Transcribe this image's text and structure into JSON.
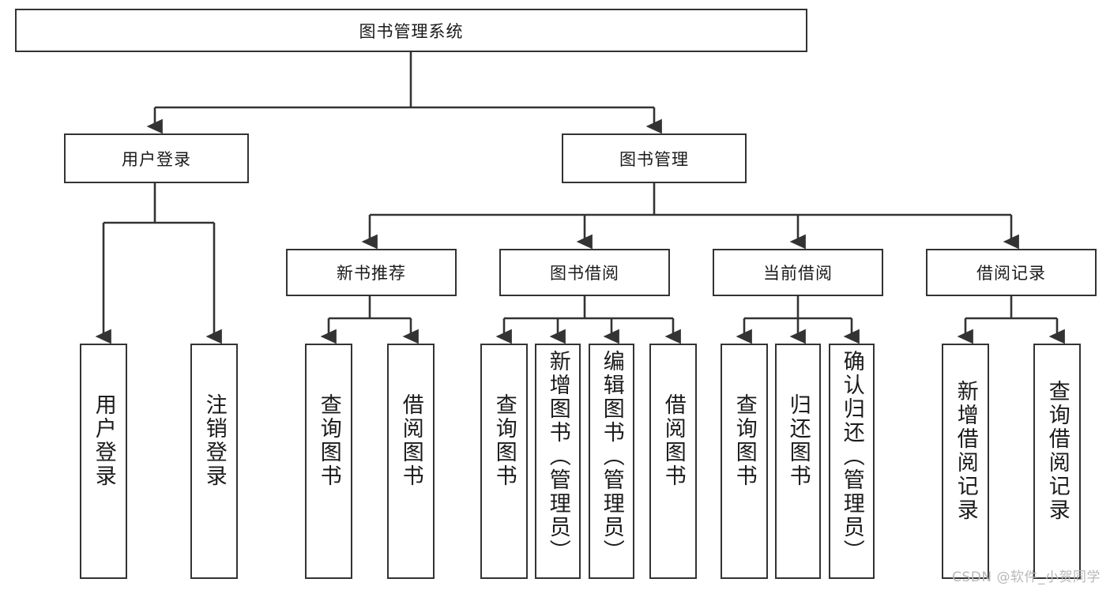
{
  "diagram": {
    "type": "tree-hierarchy",
    "title": "图书管理系统",
    "root": {
      "label": "图书管理系统"
    },
    "level2": [
      {
        "id": "user-login",
        "label": "用户登录"
      },
      {
        "id": "book-management",
        "label": "图书管理"
      }
    ],
    "level3": [
      {
        "id": "new-book-recommend",
        "label": "新书推荐",
        "parent": "book-management"
      },
      {
        "id": "book-borrow",
        "label": "图书借阅",
        "parent": "book-management"
      },
      {
        "id": "current-borrow",
        "label": "当前借阅",
        "parent": "book-management"
      },
      {
        "id": "borrow-record",
        "label": "借阅记录",
        "parent": "book-management"
      }
    ],
    "leaves": [
      {
        "id": "leaf-user-login",
        "label": "用户登录",
        "parent": "user-login"
      },
      {
        "id": "leaf-logout-login",
        "label": "注销登录",
        "parent": "user-login"
      },
      {
        "id": "leaf-query-book-1",
        "label": "查询图书",
        "parent": "new-book-recommend"
      },
      {
        "id": "leaf-borrow-book-1",
        "label": "借阅图书",
        "parent": "new-book-recommend"
      },
      {
        "id": "leaf-query-book-2",
        "label": "查询图书",
        "parent": "book-borrow"
      },
      {
        "id": "leaf-add-book",
        "label": "新增图书（管理员）",
        "parent": "book-borrow"
      },
      {
        "id": "leaf-edit-book",
        "label": "编辑图书（管理员）",
        "parent": "book-borrow"
      },
      {
        "id": "leaf-borrow-book-2",
        "label": "借阅图书",
        "parent": "book-borrow"
      },
      {
        "id": "leaf-query-book-3",
        "label": "查询图书",
        "parent": "current-borrow"
      },
      {
        "id": "leaf-return-book",
        "label": "归还图书",
        "parent": "current-borrow"
      },
      {
        "id": "leaf-confirm-return",
        "label": "确认归还（管理员）",
        "parent": "current-borrow"
      },
      {
        "id": "leaf-add-record",
        "label": "新增借阅记录",
        "parent": "borrow-record"
      },
      {
        "id": "leaf-query-record",
        "label": "查询借阅记录",
        "parent": "borrow-record"
      }
    ],
    "watermark": "CSDN @软件_小贺同学",
    "colors": {
      "stroke": "#333333",
      "background": "#ffffff",
      "text": "#1a1a1a",
      "watermark": "#b8b8b8"
    }
  }
}
